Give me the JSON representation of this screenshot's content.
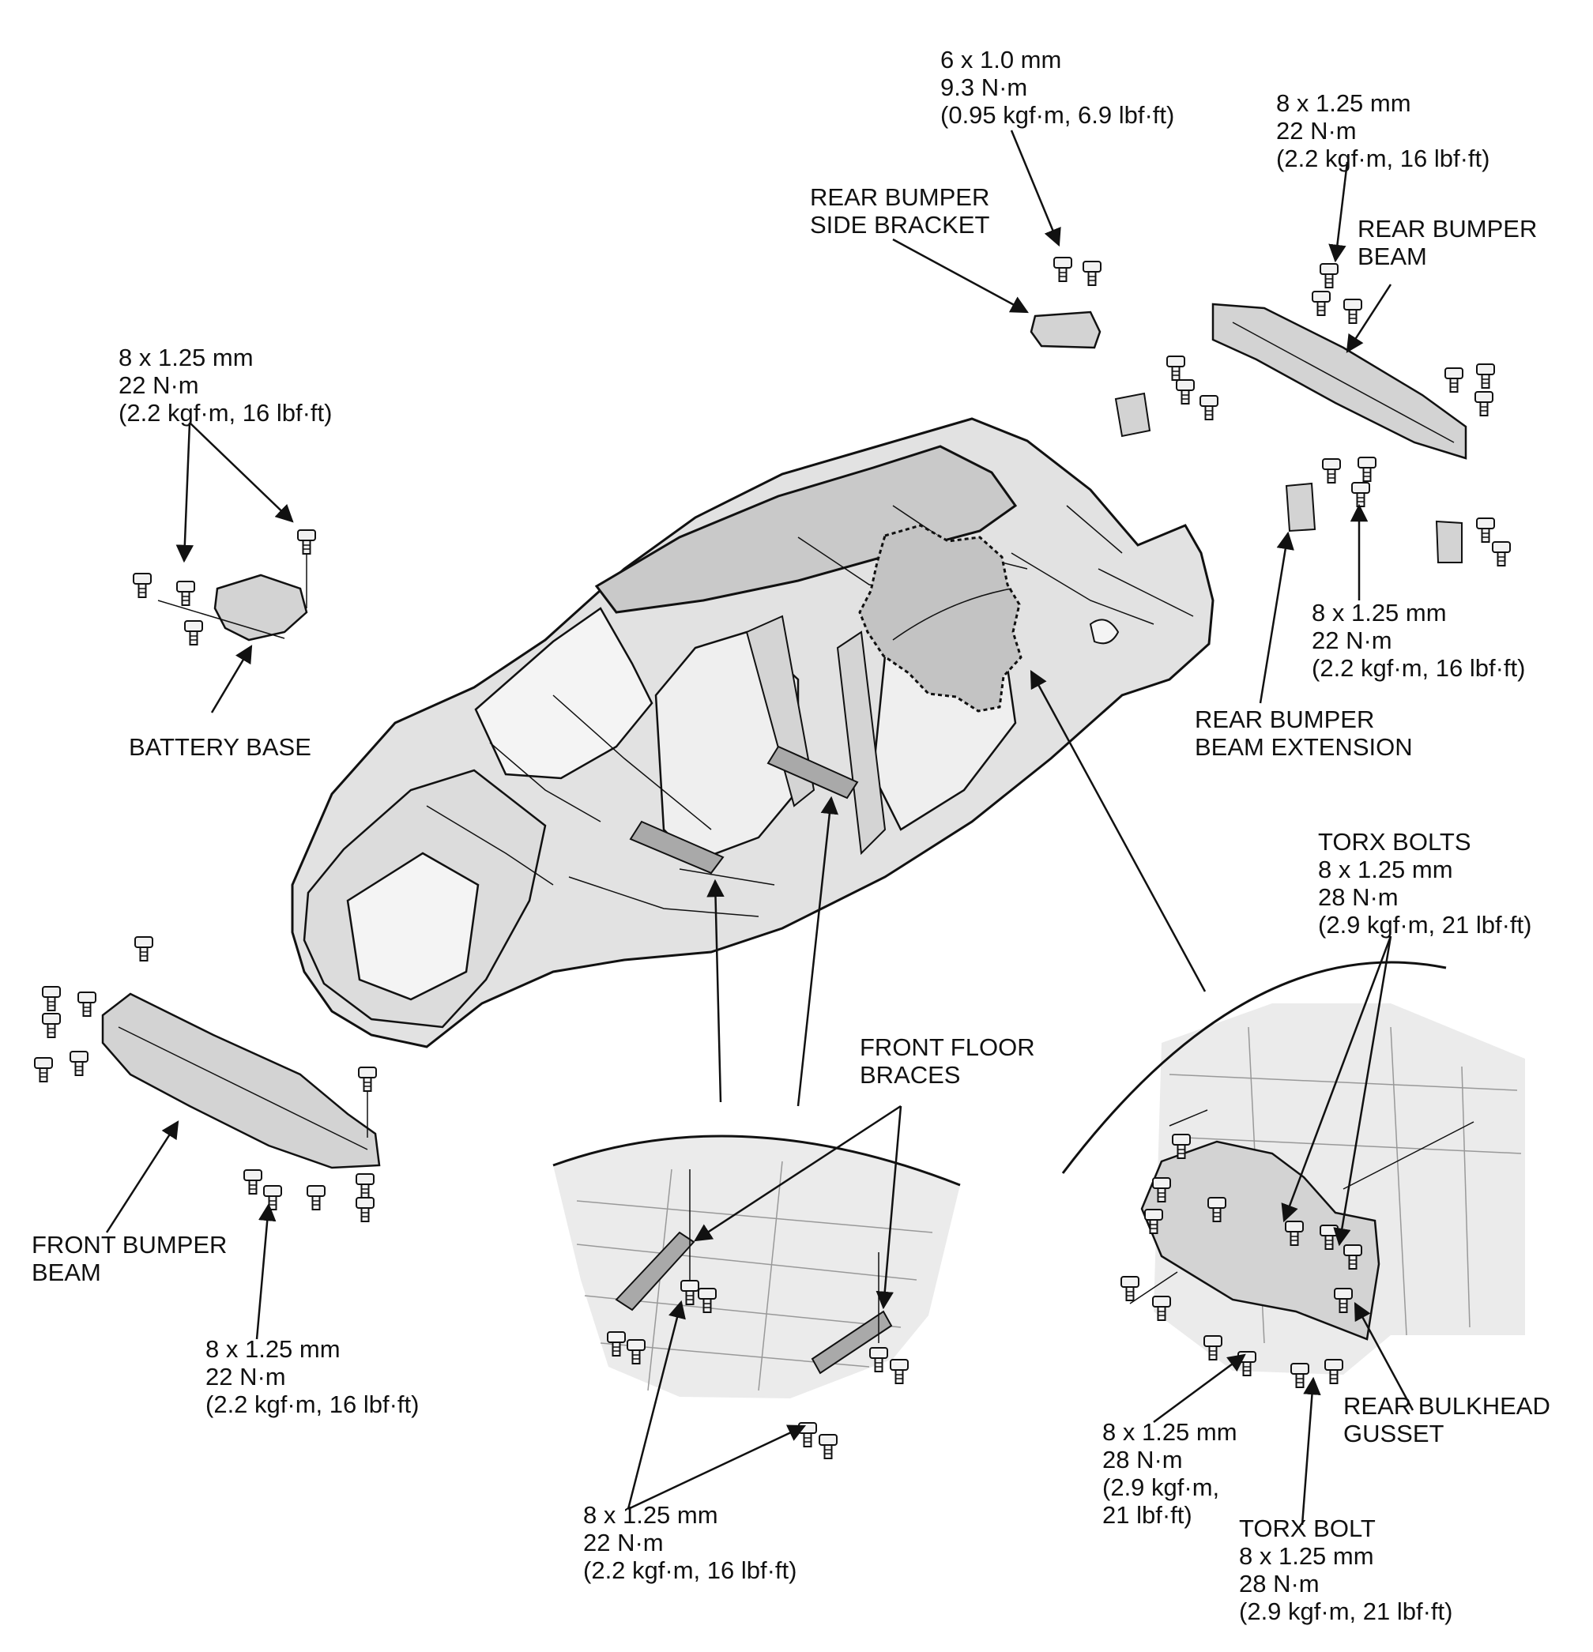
{
  "colors": {
    "ink": "#111111",
    "panel_fill": "#d6d6d6",
    "body_fill": "#e2e2e2",
    "part_fill": "#c9c9c9",
    "background": "#ffffff"
  },
  "labels": {
    "rear_side_bracket_spec": [
      "6 x 1.0 mm",
      "9.3 N·m",
      "(0.95 kgf·m, 6.9 lbf·ft)"
    ],
    "rear_side_bracket_name": [
      "REAR BUMPER",
      "SIDE BRACKET"
    ],
    "rear_beam_spec": [
      "8 x 1.25 mm",
      "22 N·m",
      "(2.2 kgf·m, 16 lbf·ft)"
    ],
    "rear_beam_name": [
      "REAR BUMPER",
      "BEAM"
    ],
    "battery_base_spec": [
      "8 x 1.25 mm",
      "22 N·m",
      "(2.2 kgf·m, 16 lbf·ft)"
    ],
    "battery_base_name": [
      "BATTERY BASE"
    ],
    "rear_ext_spec": [
      "8 x 1.25 mm",
      "22 N·m",
      "(2.2 kgf·m, 16 lbf·ft)"
    ],
    "rear_ext_name": [
      "REAR BUMPER",
      "BEAM EXTENSION"
    ],
    "torx_bolts_spec": [
      "TORX BOLTS",
      "8 x 1.25 mm",
      "28 N·m",
      "(2.9 kgf·m, 21 lbf·ft)"
    ],
    "front_floor_braces_name": [
      "FRONT FLOOR",
      "BRACES"
    ],
    "front_beam_name": [
      "FRONT BUMPER",
      "BEAM"
    ],
    "front_beam_spec": [
      "8 x 1.25 mm",
      "22 N·m",
      "(2.2 kgf·m, 16 lbf·ft)"
    ],
    "rear_bulkhead_gusset_name": [
      "REAR BULKHEAD",
      "GUSSET"
    ],
    "gusset_bolts_spec": [
      "8 x 1.25 mm",
      "28 N·m",
      "(2.9 kgf·m,",
      "21 lbf·ft)"
    ],
    "floor_brace_bolts_spec": [
      "8 x 1.25 mm",
      "22 N·m",
      "(2.2 kgf·m, 16 lbf·ft)"
    ],
    "torx_bolt_spec": [
      "TORX BOLT",
      "8 x 1.25 mm",
      "28 N·m",
      "(2.9 kgf·m, 21 lbf·ft)"
    ]
  }
}
